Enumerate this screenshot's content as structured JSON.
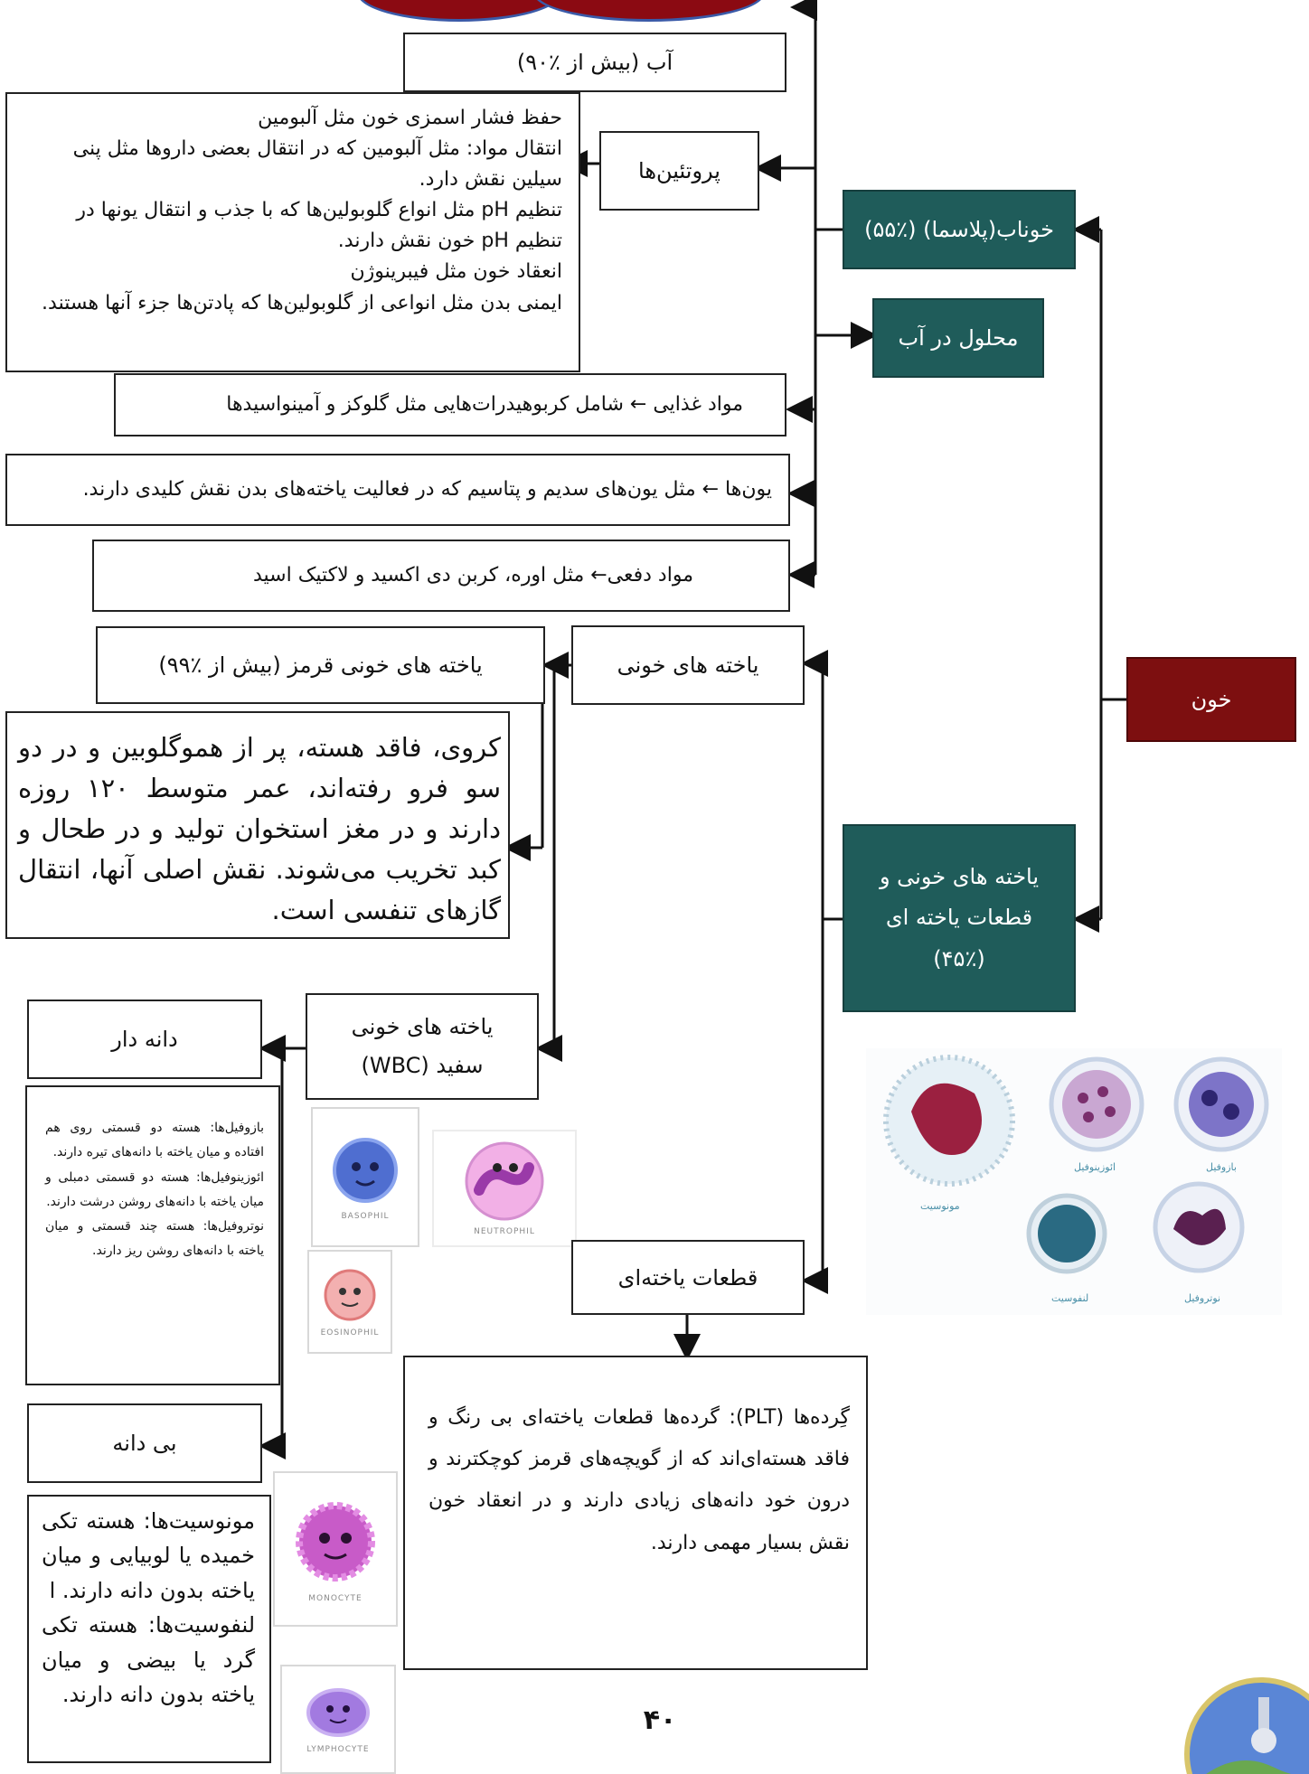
{
  "colors": {
    "teal": "#1f5c5a",
    "dark_red": "#7d0f10",
    "cloud_red": "#8b0a12"
  },
  "root": {
    "label": "خون"
  },
  "plasma": {
    "label": "خوناب(پلاسما) (٪۵۵)",
    "water": "آب (بیش از ٪۹۰)",
    "dissolved": "محلول در آب",
    "proteins": {
      "label": "پروتئین‌ها",
      "functions": [
        "حفظ فشار اسمزی خون مثل آلبومین",
        "انتقال مواد: مثل آلبومین که در انتقال بعضی داروها مثل پنی سیلین نقش دارد.",
        "تنظیم pH مثل انواع گلوبولین‌ها که با جذب و انتقال یونها در تنظیم pH خون نقش دارند.",
        "انعقاد خون مثل فیبرینوژن",
        "ایمنی بدن مثل انواعی از گلوبولین‌ها که پادتن‌ها جزء آنها هستند."
      ]
    },
    "nutrients": "مواد غذایی ← شامل کربوهیدرات‌هایی مثل گلوکز و آمینواسیدها",
    "ions": "یون‌ها ← مثل یون‌های سدیم و پتاسیم که در فعالیت یاخته‌های بدن نقش کلیدی دارند.",
    "wastes": "مواد دفعی← مثل اوره، کربن دی اکسید و لاکتیک اسید"
  },
  "cells": {
    "label": "یاخته های خونی و قطعات یاخته ای (٪۴۵)",
    "blood_cells": "یاخته های خونی",
    "rbc": {
      "label": "یاخته های خونی قرمز (بیش از ٪۹۹)",
      "description": "کروی، فاقد هسته، پر از هموگلوبین و در دو سو فرو رفته‌اند، عمر متوسط ۱۲۰ روزه دارند و در مغز استخوان تولید و در طحال و کبد تخریب می‌شوند. نقش اصلی آنها، انتقال گازهای تنفسی است."
    },
    "wbc": {
      "label": "یاخته های خونی سفید (WBC)",
      "granular": {
        "label": "دانه دار",
        "items": [
          "بازوفیل‌ها: هسته دو قسمتی روی هم افتاده و میان یاخته با دانه‌های تیره دارند.",
          "ائوزینوفیل‌ها: هسته دو قسمتی دمبلی و میان یاخته با دانه‌های روشن درشت دارند.",
          "نوتروفیل‌ها: هسته چند قسمتی و میان یاخته با دانه‌های روشن ریز دارند."
        ]
      },
      "agranular": {
        "label": "بی دانه",
        "items": [
          "مونوسیت‌ها: هسته تکی خمیده یا لوبیایی و میان یاخته بدون دانه دارند. ا",
          "لنفوسیت‌ها: هسته تکی گرد یا بیضی و میان یاخته بدون دانه دارند."
        ]
      },
      "image_captions": {
        "basophil": "BASOPHIL",
        "neutrophil": "NEUTROPHIL",
        "eosinophil": "EOSINOPHIL",
        "monocyte": "MONOCYTE",
        "lymphocyte": "LYMPHOCYTE"
      }
    },
    "fragments": {
      "label": "قطعات یاخته‌ای",
      "platelets": "گِرده‌ها (PLT): گرده‌ها قطعات یاخته‌ای بی رنگ و فاقد هسته‌ای‌اند که از گویچه‌های قرمز کوچکترند و درون خود دانه‌های زیادی دارند و در انعقاد خون نقش بسیار مهمی دارند."
    }
  },
  "micrograph_labels": {
    "basophil": "بازوفیل",
    "eosinophil": "ائوزینوفیل",
    "monocyte": "مونوسیت",
    "neutrophil": "نوتروفیل",
    "lymphocyte": "لنفوسیت"
  },
  "page_number": "۴۰"
}
